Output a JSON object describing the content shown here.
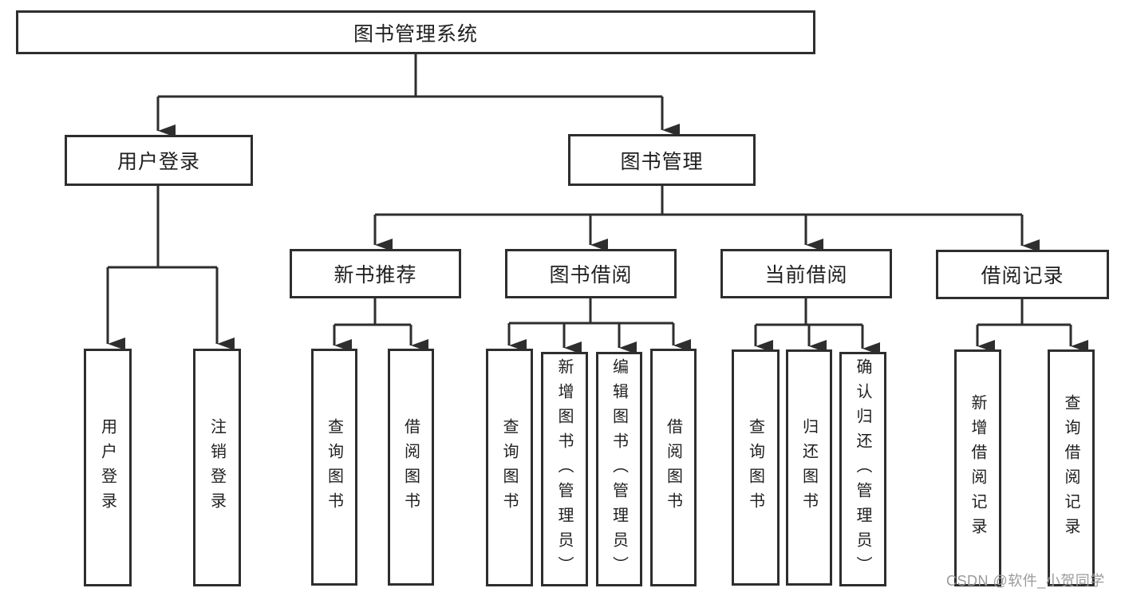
{
  "diagram": {
    "title": "图书管理系统",
    "level2": {
      "user_login": "用户登录",
      "book_mgmt": "图书管理"
    },
    "level3": {
      "new_books": "新书推荐",
      "book_borrow": "图书借阅",
      "current_borrow": "当前借阅",
      "borrow_records": "借阅记录"
    },
    "leaves": {
      "user_login": [
        "用户登录",
        "注销登录"
      ],
      "new_books": [
        "查询图书",
        "借阅图书"
      ],
      "book_borrow": [
        "查询图书",
        "新增图书（管理员）",
        "编辑图书（管理员）",
        "借阅图书"
      ],
      "current_borrow": [
        "查询图书",
        "归还图书",
        "确认归还（管理员）"
      ],
      "borrow_records": [
        "新增借阅记录",
        "查询借阅记录"
      ]
    },
    "colors": {
      "line": "#2e2e2e",
      "text": "#1f1f1f",
      "watermark": "#9b9b9b",
      "background": "#ffffff"
    },
    "watermark": "CSDN @软件_小贺同学"
  }
}
